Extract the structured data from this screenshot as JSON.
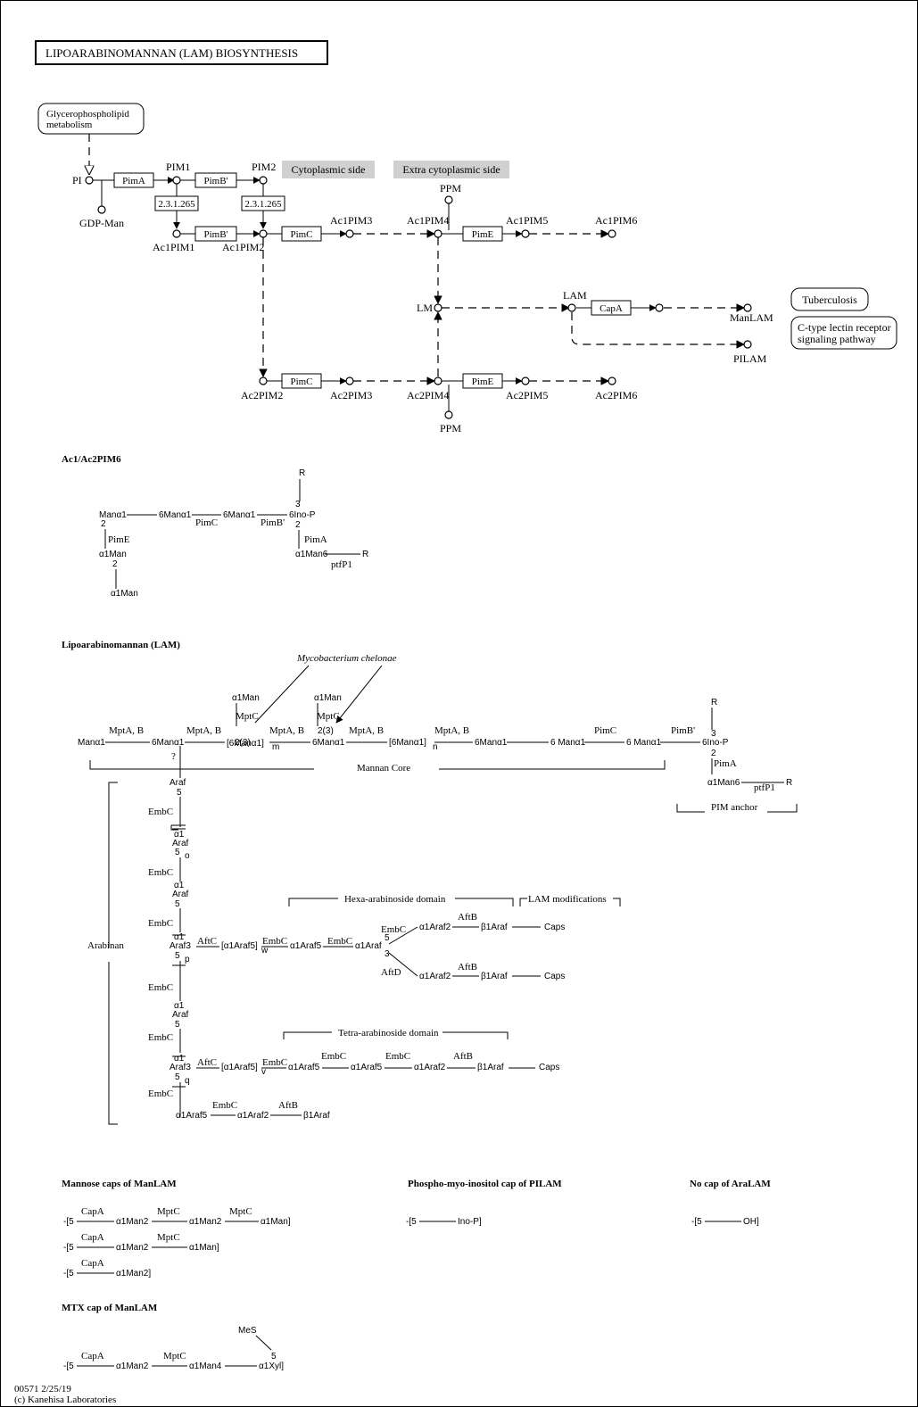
{
  "title": "LIPOARABINOMANNAN (LAM) BIOSYNTHESIS",
  "map_links": {
    "glycerophospholipid": [
      "Glycerophospholipid",
      "metabolism"
    ],
    "tuberculosis": "Tuberculosis",
    "ctype": [
      "C-type lectin receptor",
      "signaling pathway"
    ]
  },
  "regions": {
    "cytoplasmic": "Cytoplasmic side",
    "extra": "Extra cytoplasmic side"
  },
  "compounds": {
    "pi": "PI",
    "gdpman": "GDP-Man",
    "pim1": "PIM1",
    "pim2": "PIM2",
    "ac1pim1": "Ac1PIM1",
    "ac1pim2": "Ac1PIM2",
    "ac1pim3": "Ac1PIM3",
    "ac1pim4": "Ac1PIM4",
    "ac1pim5": "Ac1PIM5",
    "ac1pim6": "Ac1PIM6",
    "ppm": "PPM",
    "lm": "LM",
    "lam": "LAM",
    "manlam": "ManLAM",
    "pilam": "PILAM",
    "ac2pim2": "Ac2PIM2",
    "ac2pim3": "Ac2PIM3",
    "ac2pim4": "Ac2PIM4",
    "ac2pim5": "Ac2PIM5",
    "ac2pim6": "Ac2PIM6"
  },
  "enzymes": {
    "pima": "PimA",
    "pimb": "PimB'",
    "ec": "2.3.1.265",
    "pimc": "PimC",
    "pime": "PimE",
    "capa": "CapA"
  },
  "sections": {
    "pim6": "Ac1/Ac2PIM6",
    "lam": "Lipoarabinomannan (LAM)",
    "mannose_caps": "Mannose caps of ManLAM",
    "phospho_cap": "Phospho-myo-inositol cap of PILAM",
    "no_cap": "No cap  of AraLAM",
    "mtx_cap": "MTX cap of ManLAM"
  },
  "organism_note": "Mycobacterium chelonae",
  "domains": {
    "mannan_core": "Mannan Core",
    "pim_anchor": "PIM anchor",
    "arabinan": "Arabinan",
    "hexa": "Hexa-arabinoside domain",
    "lam_mod": "LAM modifications",
    "tetra": "Tetra-arabinoside domain"
  },
  "footer": {
    "map_id": "00571 2/25/19",
    "copyright": "(c) Kanehisa Laboratories"
  }
}
